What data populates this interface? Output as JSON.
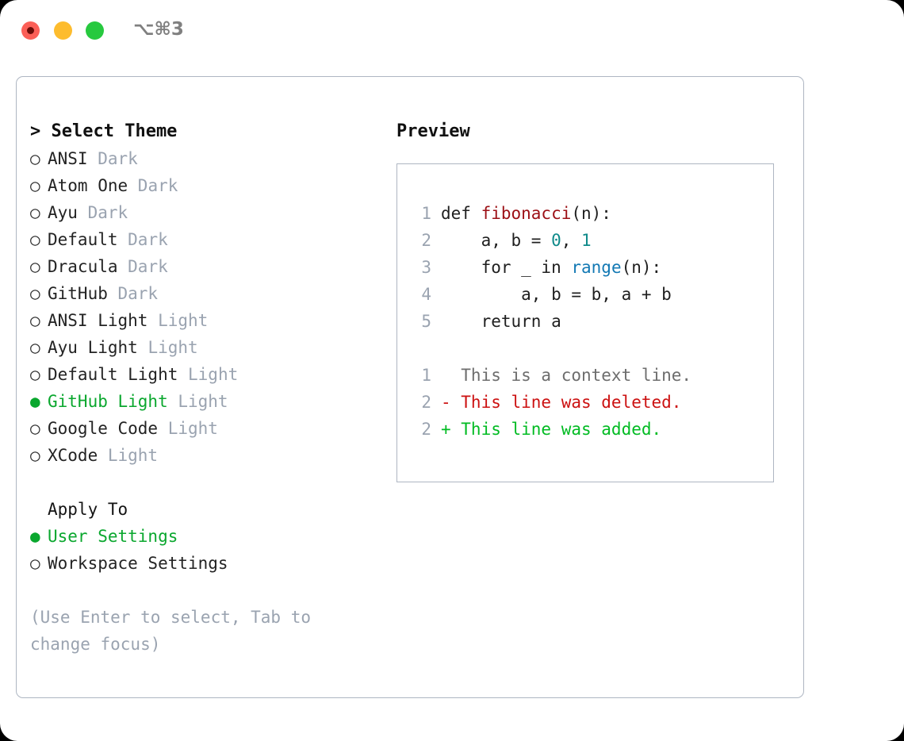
{
  "titlebar": {
    "shortcut": "⌥⌘3",
    "buttons": [
      {
        "name": "close",
        "color": "#fb5f57"
      },
      {
        "name": "minimize",
        "color": "#fdbc2e"
      },
      {
        "name": "maximize",
        "color": "#27c93f"
      }
    ]
  },
  "theme_picker": {
    "heading": "> Select Theme",
    "bullet_on": "●",
    "bullet_off": "○",
    "items": [
      {
        "name": "ANSI",
        "tag": "Dark",
        "selected": false
      },
      {
        "name": "Atom One",
        "tag": "Dark",
        "selected": false
      },
      {
        "name": "Ayu",
        "tag": "Dark",
        "selected": false
      },
      {
        "name": "Default",
        "tag": "Dark",
        "selected": false
      },
      {
        "name": "Dracula",
        "tag": "Dark",
        "selected": false
      },
      {
        "name": "GitHub",
        "tag": "Dark",
        "selected": false
      },
      {
        "name": "ANSI Light",
        "tag": "Light",
        "selected": false
      },
      {
        "name": "Ayu Light",
        "tag": "Light",
        "selected": false
      },
      {
        "name": "Default Light",
        "tag": "Light",
        "selected": false
      },
      {
        "name": "GitHub Light",
        "tag": "Light",
        "selected": true
      },
      {
        "name": "Google Code",
        "tag": "Light",
        "selected": false
      },
      {
        "name": "XCode",
        "tag": "Light",
        "selected": false
      }
    ]
  },
  "apply_to": {
    "heading": "Apply To",
    "items": [
      {
        "name": "User Settings",
        "selected": true
      },
      {
        "name": "Workspace Settings",
        "selected": false
      }
    ]
  },
  "hint": "(Use Enter to select, Tab to change focus)",
  "preview": {
    "title": "Preview",
    "code_lines": [
      {
        "no": "1",
        "tokens": [
          {
            "t": "def ",
            "c": "plain"
          },
          {
            "t": "fibonacci",
            "c": "fn"
          },
          {
            "t": "(n):",
            "c": "plain"
          }
        ]
      },
      {
        "no": "2",
        "tokens": [
          {
            "t": "    a, b = ",
            "c": "plain"
          },
          {
            "t": "0",
            "c": "num"
          },
          {
            "t": ", ",
            "c": "plain"
          },
          {
            "t": "1",
            "c": "num"
          }
        ]
      },
      {
        "no": "3",
        "tokens": [
          {
            "t": "    for _ in ",
            "c": "plain"
          },
          {
            "t": "range",
            "c": "kw"
          },
          {
            "t": "(n):",
            "c": "plain"
          }
        ]
      },
      {
        "no": "4",
        "tokens": [
          {
            "t": "        a, b = b, a + b",
            "c": "plain"
          }
        ]
      },
      {
        "no": "5",
        "tokens": [
          {
            "t": "    return a",
            "c": "plain"
          }
        ]
      }
    ],
    "diff_lines": [
      {
        "no": "1",
        "tokens": [
          {
            "t": "  This is a context line.",
            "c": "ctx"
          }
        ]
      },
      {
        "no": "2",
        "tokens": [
          {
            "t": "- This line was deleted.",
            "c": "del"
          }
        ]
      },
      {
        "no": "2",
        "tokens": [
          {
            "t": "+ This line was added.",
            "c": "add"
          }
        ]
      }
    ]
  },
  "colors": {
    "accent_green": "#0aa72e",
    "muted": "#9aa3b0",
    "border": "#aeb6c2",
    "fn_red": "#9c1016",
    "num_teal": "#0f8a8a",
    "kw_blue": "#1379b4",
    "diff_del": "#cc1111",
    "diff_add": "#00bb22"
  }
}
